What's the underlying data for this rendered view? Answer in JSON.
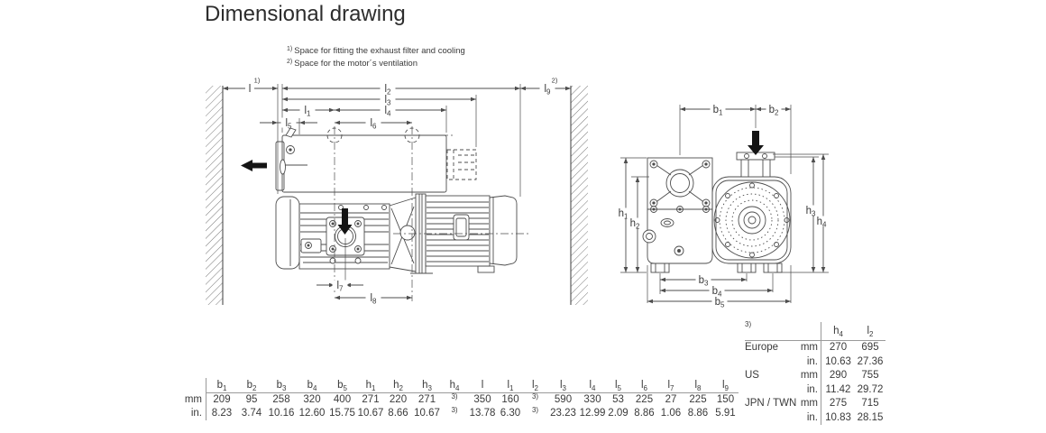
{
  "title": "Dimensional drawing",
  "footnotes": [
    {
      "marker": "1)",
      "text": "Space for fitting the exhaust filter and cooling"
    },
    {
      "marker": "2)",
      "text": "Space for the motor´s ventilation"
    }
  ],
  "drawings": {
    "side_view_name": "pump-side-view-between-walls",
    "front_view_name": "pump-front-view",
    "dim_labels": {
      "l": {
        "base": "l",
        "sub": "",
        "marker": "1)"
      },
      "l1": {
        "base": "l",
        "sub": "1"
      },
      "l2": {
        "base": "l",
        "sub": "2"
      },
      "l3": {
        "base": "l",
        "sub": "3"
      },
      "l4": {
        "base": "l",
        "sub": "4"
      },
      "l5": {
        "base": "l",
        "sub": "5"
      },
      "l6": {
        "base": "l",
        "sub": "6"
      },
      "l7": {
        "base": "l",
        "sub": "7"
      },
      "l8": {
        "base": "l",
        "sub": "8"
      },
      "l9": {
        "base": "l",
        "sub": "9",
        "marker": "2)"
      },
      "b1": {
        "base": "b",
        "sub": "1"
      },
      "b2": {
        "base": "b",
        "sub": "2"
      },
      "b3": {
        "base": "b",
        "sub": "3"
      },
      "b4": {
        "base": "b",
        "sub": "4"
      },
      "b5": {
        "base": "b",
        "sub": "5"
      },
      "h1": {
        "base": "h",
        "sub": "1"
      },
      "h2": {
        "base": "h",
        "sub": "2"
      },
      "h3": {
        "base": "h",
        "sub": "3"
      },
      "h4": {
        "base": "h",
        "sub": "4"
      }
    }
  },
  "main_table": {
    "columns": [
      {
        "base": "b",
        "sub": "1"
      },
      {
        "base": "b",
        "sub": "2"
      },
      {
        "base": "b",
        "sub": "3"
      },
      {
        "base": "b",
        "sub": "4"
      },
      {
        "base": "b",
        "sub": "5"
      },
      {
        "base": "h",
        "sub": "1"
      },
      {
        "base": "h",
        "sub": "2"
      },
      {
        "base": "h",
        "sub": "3"
      },
      {
        "base": "h",
        "sub": "4"
      },
      {
        "base": "l",
        "sub": ""
      },
      {
        "base": "l",
        "sub": "1"
      },
      {
        "base": "l",
        "sub": "2"
      },
      {
        "base": "l",
        "sub": "3"
      },
      {
        "base": "l",
        "sub": "4"
      },
      {
        "base": "l",
        "sub": "5"
      },
      {
        "base": "l",
        "sub": "6"
      },
      {
        "base": "l",
        "sub": "7"
      },
      {
        "base": "l",
        "sub": "8"
      },
      {
        "base": "l",
        "sub": "9"
      }
    ],
    "rows": [
      {
        "unit": "mm",
        "values": [
          "209",
          "95",
          "258",
          "320",
          "400",
          "271",
          "220",
          "271",
          "3)",
          "350",
          "160",
          "3)",
          "590",
          "330",
          "53",
          "225",
          "27",
          "225",
          "150"
        ]
      },
      {
        "unit": "in.",
        "values": [
          "8.23",
          "3.74",
          "10.16",
          "12.60",
          "15.75",
          "10.67",
          "8.66",
          "10.67",
          "3)",
          "13.78",
          "6.30",
          "3)",
          "23.23",
          "12.99",
          "2.09",
          "8.86",
          "1.06",
          "8.86",
          "5.91"
        ]
      }
    ]
  },
  "region_table": {
    "marker": "3)",
    "columns": [
      {
        "base": "h",
        "sub": "4"
      },
      {
        "base": "l",
        "sub": "2"
      }
    ],
    "rows": [
      {
        "region": "Europe",
        "unit": "mm",
        "values": [
          "270",
          "695"
        ]
      },
      {
        "region": "",
        "unit": "in.",
        "values": [
          "10.63",
          "27.36"
        ]
      },
      {
        "region": "US",
        "unit": "mm",
        "values": [
          "290",
          "755"
        ]
      },
      {
        "region": "",
        "unit": "in.",
        "values": [
          "11.42",
          "29.72"
        ]
      },
      {
        "region": "JPN / TWN",
        "unit": "mm",
        "values": [
          "275",
          "715"
        ]
      },
      {
        "region": "",
        "unit": "in.",
        "values": [
          "10.83",
          "28.15"
        ]
      }
    ]
  },
  "colors": {
    "line": "#4d4d4d",
    "text": "#3a3a3a",
    "rule": "#9a9a9a",
    "arrow_black": "#141414",
    "background": "#ffffff"
  }
}
